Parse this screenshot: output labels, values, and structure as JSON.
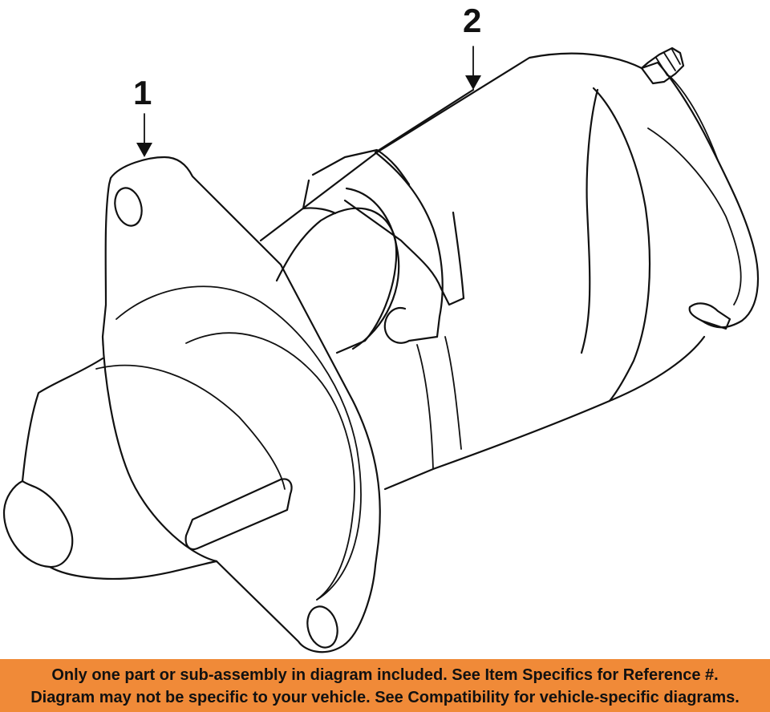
{
  "callouts": [
    {
      "number": "1"
    },
    {
      "number": "2"
    }
  ],
  "banner": {
    "line1": "Only one part or sub-assembly in diagram included. See Item Specifics for Reference #.",
    "line2": "Diagram may not be specific to your vehicle. See Compatibility for vehicle-specific diagrams.",
    "background_color": "#f08a38"
  }
}
